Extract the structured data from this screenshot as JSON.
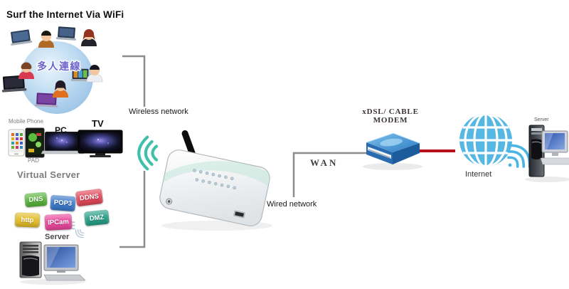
{
  "title": "Surf the Internet Via WiFi",
  "people_group": {
    "caption": "多人連線"
  },
  "device_labels": {
    "mobile_phone": "Mobile Phone",
    "pad": "PAD",
    "pc": "PC",
    "tv": "TV"
  },
  "virtual_server": {
    "heading": "Virtual Server",
    "server_label": "Server",
    "badges": [
      {
        "label": "DNS",
        "color": "#58b43c"
      },
      {
        "label": "POP3",
        "color": "#3c78c8"
      },
      {
        "label": "DDNS",
        "color": "#e0485a"
      },
      {
        "label": "http",
        "color": "#e2bc2a"
      },
      {
        "label": "IPCam",
        "color": "#e8489c"
      },
      {
        "label": "DMZ",
        "color": "#28a088"
      }
    ]
  },
  "network": {
    "wireless_label": "Wireless network",
    "wired_label": "Wired network",
    "wan_label": "WAN",
    "modem_line1": "xDSL/ CABLE",
    "modem_line2": "MODEM",
    "internet_label": "Internet",
    "remote_server_label": "Server"
  },
  "colors": {
    "bracket_line": "#8c8c8c",
    "internet_link_line": "#b5121b",
    "wifi_teal": "#3fc0aa",
    "wifi_blue": "#4ab5e0",
    "wifi_gray": "#b9c6d4",
    "globe_blue": "#55b7e2"
  }
}
